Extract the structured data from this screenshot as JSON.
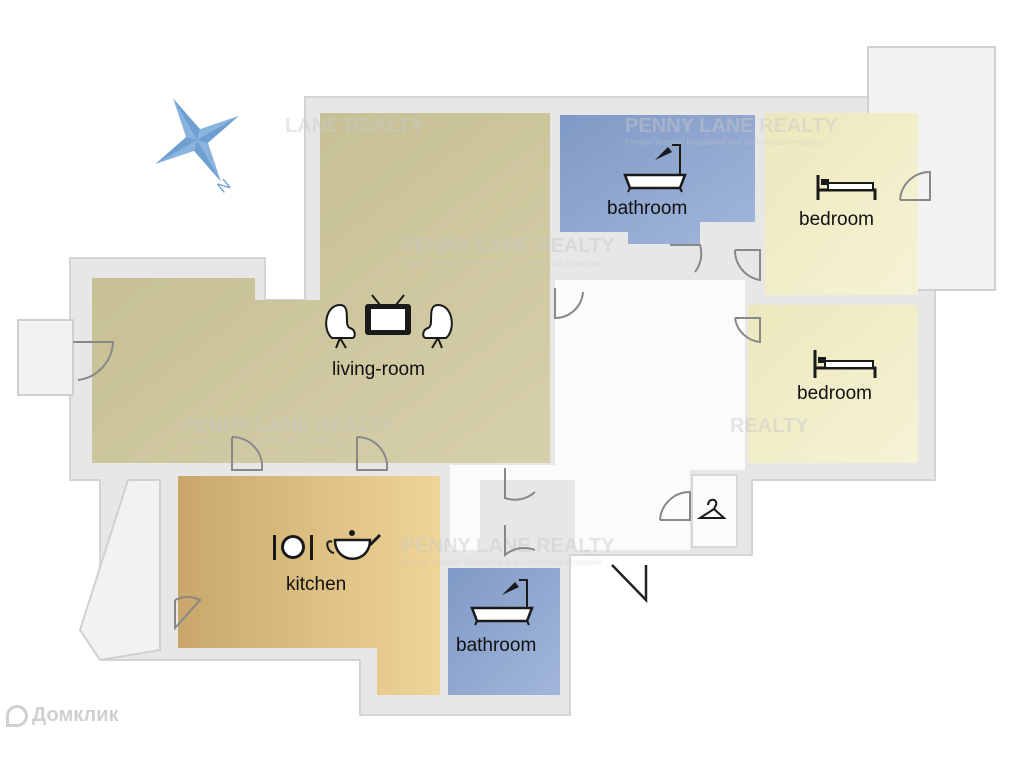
{
  "rooms": {
    "living_room": "living-room",
    "kitchen": "kitchen",
    "bathroom_top": "bathroom",
    "bathroom_bottom": "bathroom",
    "bedroom_top": "bedroom",
    "bedroom_bottom": "bedroom"
  },
  "compass": {
    "north_label": "N",
    "icon": "compass-star-icon"
  },
  "watermark": {
    "title": "PENNY LANE REALTY",
    "title_partial_1": "LANE REALTY",
    "title_partial_2": "REALTY",
    "subtitle": "Premier Russian Residential and Commercial Properties"
  },
  "brand": {
    "name": "Домклик"
  },
  "colors": {
    "living_room": "#c9c39a",
    "kitchen": "#dcc48d",
    "bathroom": "#8ea6cf",
    "bedroom": "#f0edc6",
    "wall": "#e9e9e9",
    "compass": "#8ab4e0"
  },
  "icons": {
    "living_room": [
      "armchair-icon",
      "tv-icon",
      "armchair-icon"
    ],
    "kitchen": [
      "plate-cutlery-icon",
      "teapot-icon"
    ],
    "bathroom": [
      "bathtub-shower-icon"
    ],
    "bedroom": [
      "bed-icon"
    ],
    "closet": [
      "hanger-icon"
    ]
  }
}
